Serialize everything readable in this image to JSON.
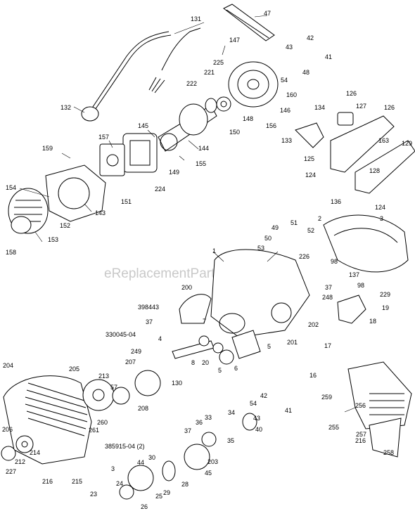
{
  "watermark": "eReplacementParts.com",
  "labels": [
    "131",
    "47",
    "147",
    "42",
    "43",
    "41",
    "225",
    "132",
    "221",
    "48",
    "222",
    "54",
    "160",
    "148",
    "146",
    "134",
    "126",
    "127",
    "126",
    "145",
    "133",
    "150",
    "156",
    "157",
    "159",
    "144",
    "129",
    "163",
    "125",
    "149",
    "155",
    "128",
    "124",
    "154",
    "224",
    "151",
    "143",
    "136",
    "124",
    "152",
    "153",
    "158",
    "2",
    "3",
    "49",
    "51",
    "50",
    "52",
    "53",
    "1",
    "226",
    "98",
    "137",
    "98",
    "229",
    "248",
    "37",
    "19",
    "200",
    "398443",
    "7",
    "202",
    "18",
    "37",
    "330045-04",
    "5",
    "201",
    "17",
    "4",
    "249",
    "207",
    "205",
    "204",
    "213",
    "8",
    "20",
    "5",
    "6",
    "130",
    "16",
    "57",
    "208",
    "42",
    "54",
    "43",
    "41",
    "259",
    "256",
    "206",
    "261",
    "260",
    "34",
    "255",
    "33",
    "37",
    "36",
    "40",
    "257",
    "216",
    "385915-04 (2)",
    "35",
    "258",
    "44",
    "203",
    "212",
    "214",
    "3",
    "30",
    "227",
    "45",
    "216",
    "215",
    "24",
    "28",
    "23",
    "25",
    "29",
    "26"
  ]
}
